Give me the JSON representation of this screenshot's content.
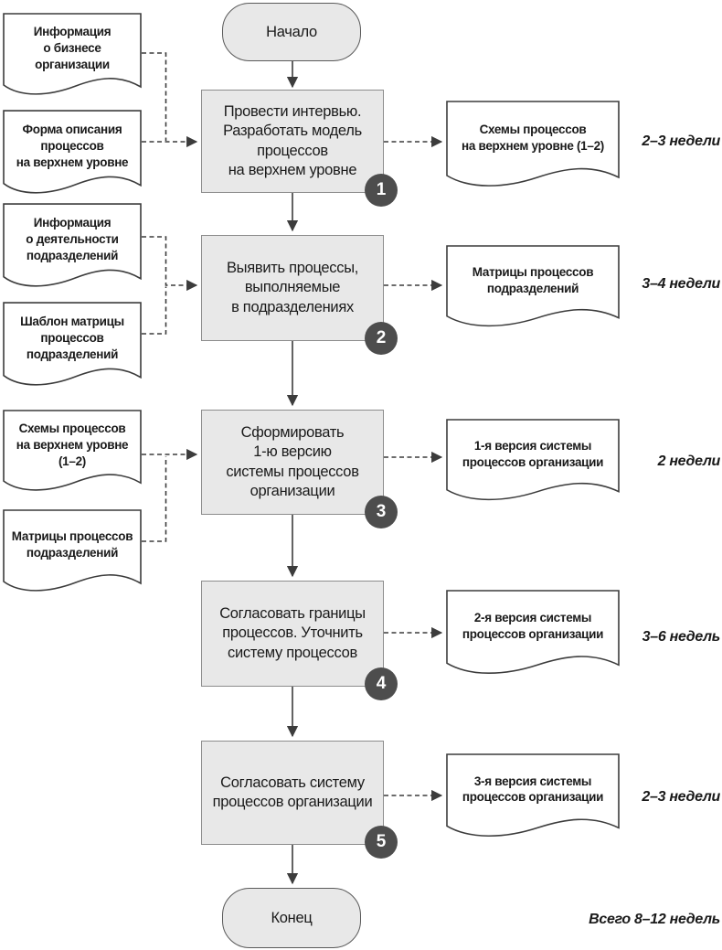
{
  "colors": {
    "shape_fill": "#e8e8e8",
    "shape_border": "#8c8c8c",
    "doc_fill": "#ffffff",
    "doc_border": "#3c3c3c",
    "line": "#3c3c3c",
    "badge_fill": "#4d4d4d",
    "badge_text": "#ffffff",
    "text": "#1a1a1a"
  },
  "flow": {
    "start_label": "Начало",
    "end_label": "Конец",
    "total_duration": "Всего 8–12 недель",
    "input_documents": [
      {
        "label": "Информация\nо бизнесе\nорганизации"
      },
      {
        "label": "Форма описания\nпроцессов\nна верхнем уровне"
      },
      {
        "label": "Информация\nо деятельности\nподразделений"
      },
      {
        "label": "Шаблон матрицы\nпроцессов\nподразделений"
      },
      {
        "label": "Схемы процессов\nна верхнем уровне\n(1–2)"
      },
      {
        "label": "Матрицы процессов\nподразделений"
      }
    ],
    "steps": [
      {
        "number": "1",
        "label": "Провести интервью.\nРазработать модель\nпроцессов\nна верхнем уровне",
        "output": "Схемы процессов\nна верхнем уровне (1–2)",
        "duration": "2–3 недели"
      },
      {
        "number": "2",
        "label": "Выявить процессы,\nвыполняемые\nв подразделениях",
        "output": "Матрицы процессов\nподразделений",
        "duration": "3–4 недели"
      },
      {
        "number": "3",
        "label": "Сформировать\n1-ю версию\nсистемы процессов\nорганизации",
        "output": "1-я версия системы\nпроцессов организации",
        "duration": "2 недели"
      },
      {
        "number": "4",
        "label": "Согласовать границы\nпроцессов. Уточнить\nсистему процессов",
        "output": "2-я версия системы\nпроцессов организации",
        "duration": "3–6 недель"
      },
      {
        "number": "5",
        "label": "Согласовать систему\nпроцессов организации",
        "output": "3-я версия системы\nпроцессов организации",
        "duration": "2–3 недели"
      }
    ]
  }
}
